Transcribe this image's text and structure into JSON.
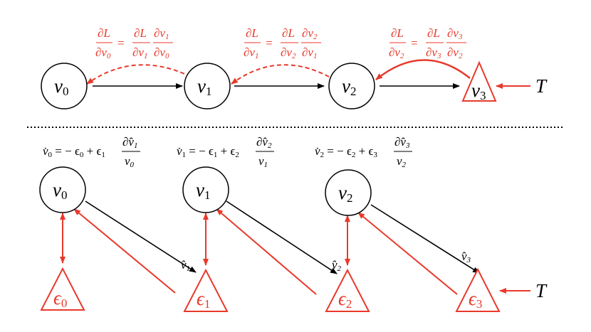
{
  "colors": {
    "red": "#e8392b",
    "black": "#000000"
  },
  "top": {
    "nodes": [
      {
        "base": "v",
        "sub": "0"
      },
      {
        "base": "v",
        "sub": "1"
      },
      {
        "base": "v",
        "sub": "2"
      },
      {
        "base": "v",
        "sub": "3"
      }
    ],
    "input": "T",
    "grads": [
      {
        "lhs_top": "∂L",
        "lhs_bot": "∂v",
        "lhs_bot_sub": "0",
        "eq": "=",
        "r1_top": "∂L",
        "r1_bot": "∂v",
        "r1_bot_sub": "1",
        "r2_top": "∂v",
        "r2_top_sub": "1",
        "r2_bot": "∂v",
        "r2_bot_sub": "0"
      },
      {
        "lhs_top": "∂L",
        "lhs_bot": "∂v",
        "lhs_bot_sub": "1",
        "eq": "=",
        "r1_top": "∂L",
        "r1_bot": "∂v",
        "r1_bot_sub": "2",
        "r2_top": "∂v",
        "r2_top_sub": "2",
        "r2_bot": "∂v",
        "r2_bot_sub": "1"
      },
      {
        "lhs_top": "∂L",
        "lhs_bot": "∂v",
        "lhs_bot_sub": "2",
        "eq": "=",
        "r1_top": "∂L",
        "r1_bot": "∂v",
        "r1_bot_sub": "3",
        "r2_top": "∂v",
        "r2_top_sub": "3",
        "r2_bot": "∂v",
        "r2_bot_sub": "2"
      }
    ]
  },
  "bottom": {
    "equations": [
      {
        "lhs": "v̇",
        "lhs_sub": "0",
        "mid": " = − ϵ",
        "mid_sub": "0",
        "plus": " + ϵ",
        "plus_sub": "1",
        "frac_top": "∂v̂",
        "frac_top_sub": "1",
        "frac_bot": "v",
        "frac_bot_sub": "0"
      },
      {
        "lhs": "v̇",
        "lhs_sub": "1",
        "mid": " = − ϵ",
        "mid_sub": "1",
        "plus": " + ϵ",
        "plus_sub": "2",
        "frac_top": "∂v̂",
        "frac_top_sub": "2",
        "frac_bot": "v",
        "frac_bot_sub": "1"
      },
      {
        "lhs": "v̇",
        "lhs_sub": "2",
        "mid": " = − ϵ",
        "mid_sub": "2",
        "plus": " + ϵ",
        "plus_sub": "3",
        "frac_top": "∂v̂",
        "frac_top_sub": "3",
        "frac_bot": "v",
        "frac_bot_sub": "2"
      }
    ],
    "nodes": [
      {
        "base": "v",
        "sub": "0"
      },
      {
        "base": "v",
        "sub": "1"
      },
      {
        "base": "v",
        "sub": "2"
      }
    ],
    "errors": [
      {
        "base": "ϵ",
        "sub": "0"
      },
      {
        "base": "ϵ",
        "sub": "1"
      },
      {
        "base": "ϵ",
        "sub": "2"
      },
      {
        "base": "ϵ",
        "sub": "3"
      }
    ],
    "predictions": [
      {
        "base": "v̂",
        "sub": "1"
      },
      {
        "base": "v̂",
        "sub": "2"
      },
      {
        "base": "v̂",
        "sub": "3"
      }
    ],
    "input": "T"
  }
}
